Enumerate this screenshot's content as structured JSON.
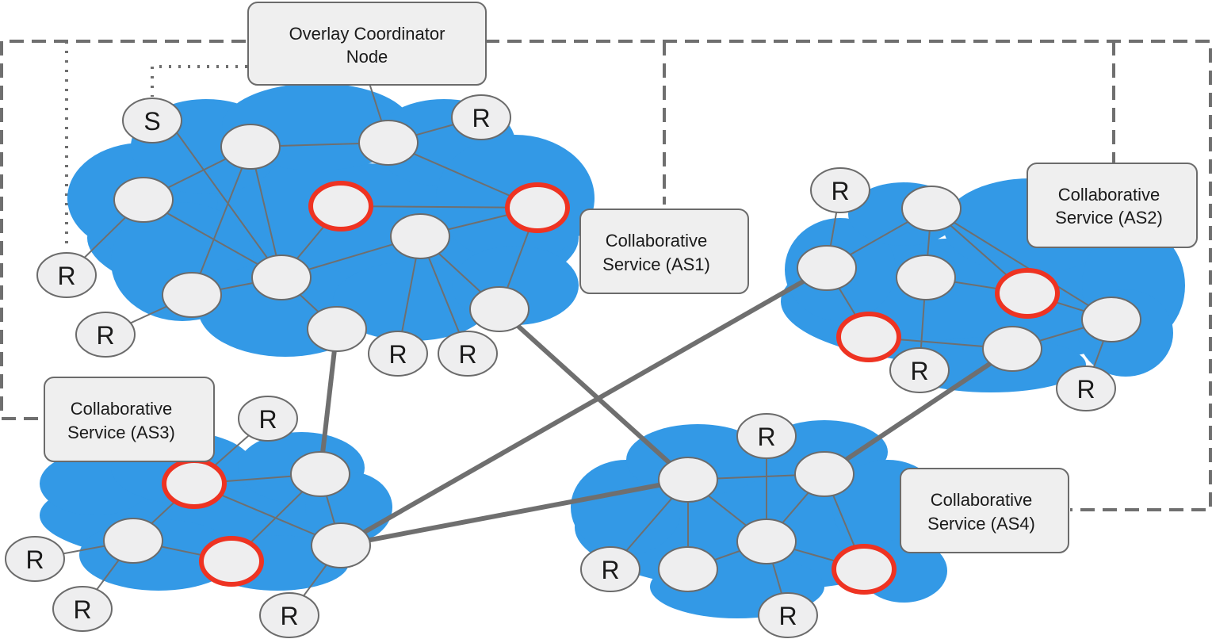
{
  "coordinator": {
    "line1": "Overlay Coordinator",
    "line2": "Node"
  },
  "services": {
    "as1": {
      "line1": "Collaborative",
      "line2": "Service (AS1)"
    },
    "as2": {
      "line1": "Collaborative",
      "line2": "Service (AS2)"
    },
    "as3": {
      "line1": "Collaborative",
      "line2": "Service (AS3)"
    },
    "as4": {
      "line1": "Collaborative",
      "line2": "Service (AS4)"
    }
  },
  "node_labels": {
    "source": "S",
    "receiver": "R"
  },
  "colors": {
    "cloud": "#3399e6",
    "node_fill": "#eeeeef",
    "node_stroke": "#6b6b6b",
    "highlight_stroke": "#ee3322",
    "link": "#6f6f6f",
    "dashed": "#6f6f6f"
  }
}
